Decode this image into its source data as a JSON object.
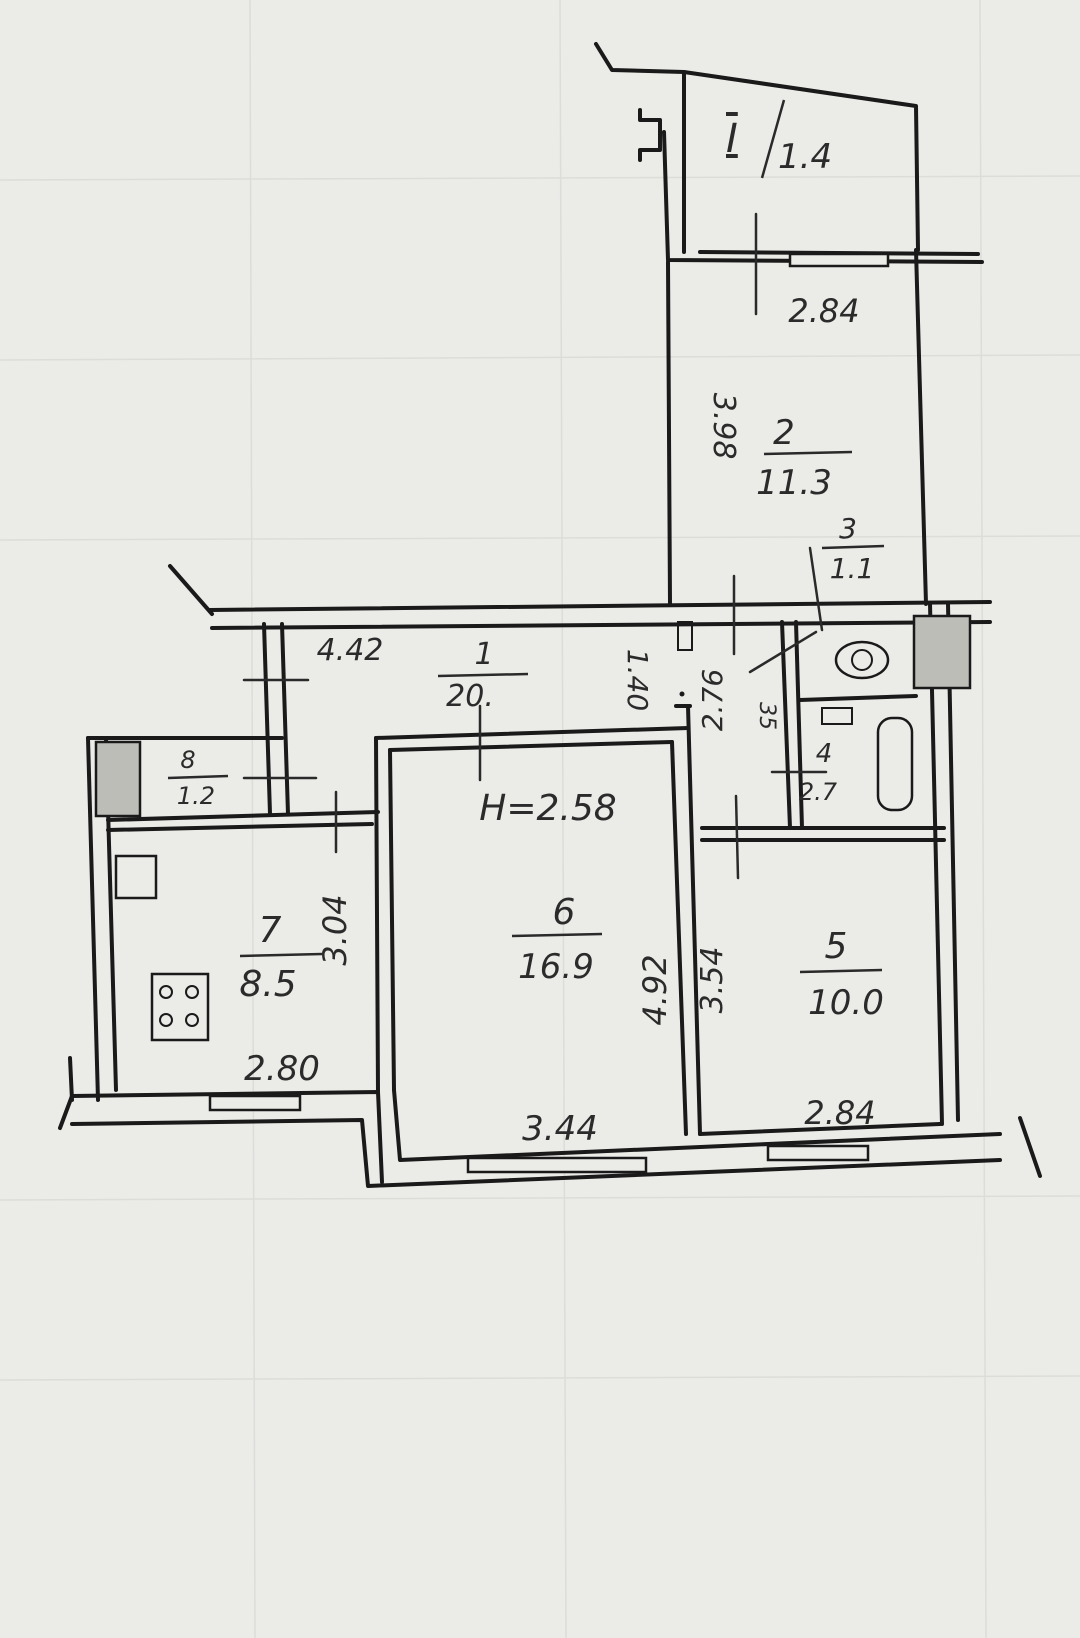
{
  "balcony": {
    "number": "I",
    "area": "1.4"
  },
  "rooms": [
    {
      "id": "1",
      "number": "1",
      "area": "20."
    },
    {
      "id": "2",
      "number": "2",
      "area": "11.3"
    },
    {
      "id": "3",
      "number": "3",
      "area": "1.1"
    },
    {
      "id": "4",
      "number": "4",
      "area": "2.7"
    },
    {
      "id": "5",
      "number": "5",
      "area": "10.0"
    },
    {
      "id": "6",
      "number": "6",
      "area": "16.9"
    },
    {
      "id": "7",
      "number": "7",
      "area": "8.5"
    },
    {
      "id": "8",
      "number": "8",
      "area": "1.2"
    }
  ],
  "ceiling_height": "H=2.58",
  "dimensions": {
    "room2_width": "2.84",
    "room2_length": "3.98",
    "hall_length": "4.42",
    "hall_width": "1.40",
    "wc_length": "2.76",
    "wc_small": "35",
    "kitchen_width": "2.80",
    "kitchen_length": "3.04",
    "room6_width": "3.44",
    "room6_length": "4.92",
    "room5_length": "3.54",
    "room5_width": "2.84"
  }
}
